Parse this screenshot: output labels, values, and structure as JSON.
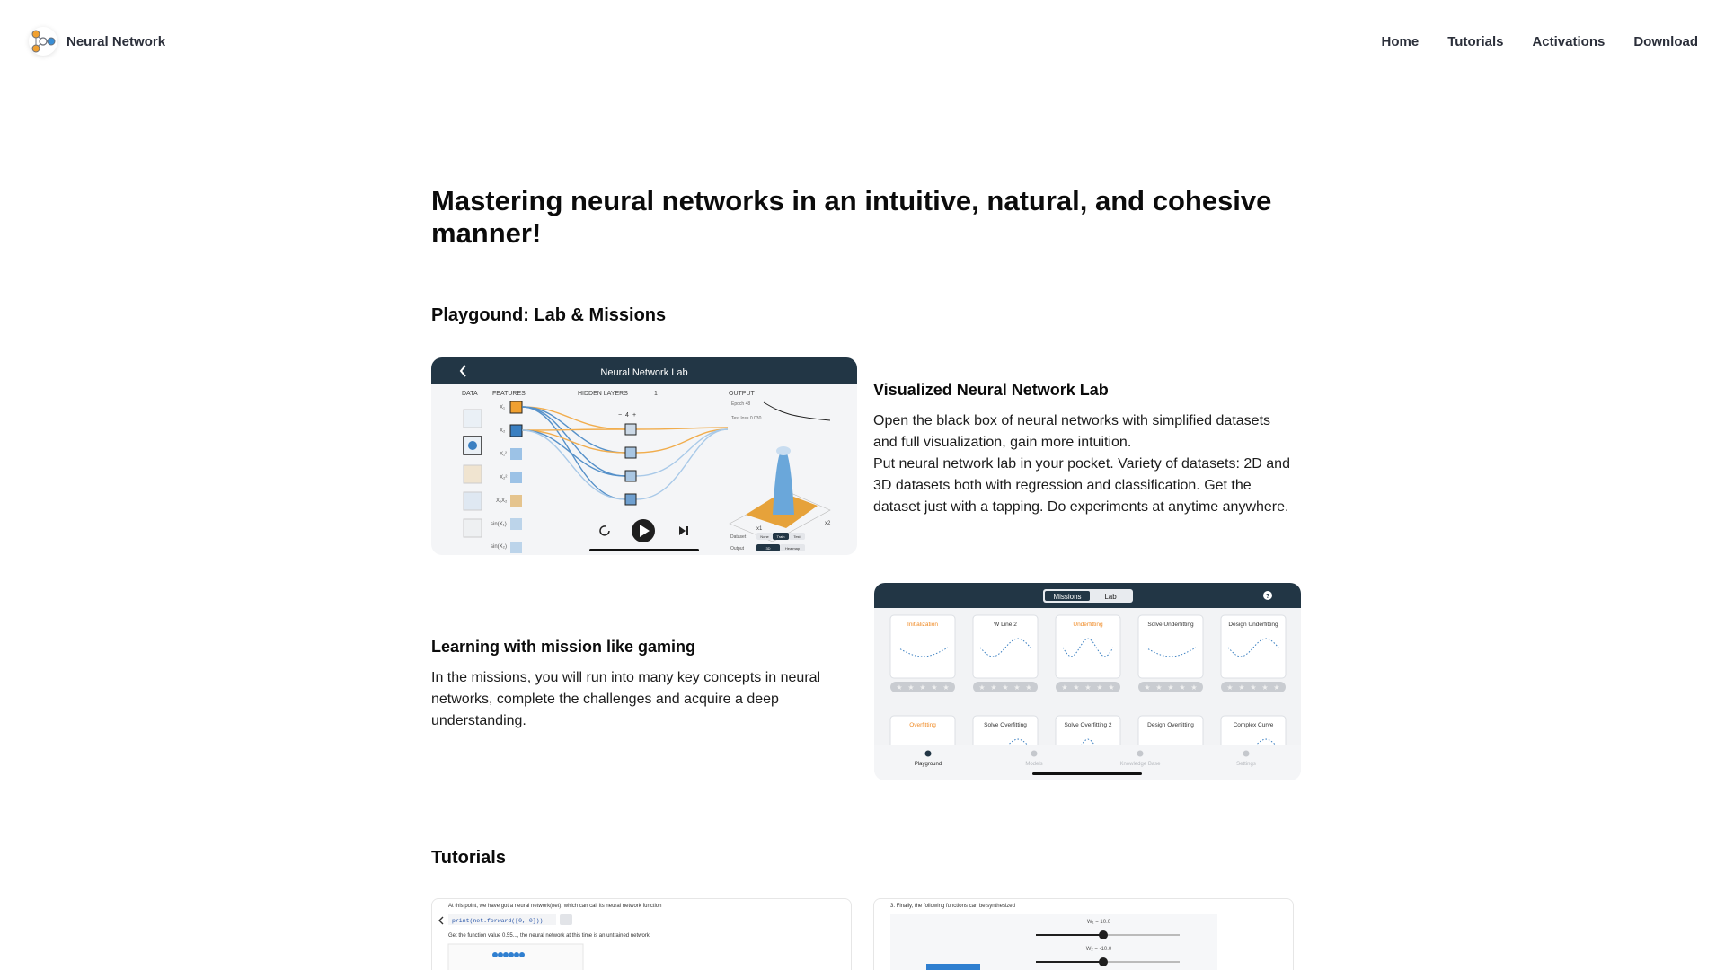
{
  "header": {
    "brand": "Neural Network",
    "nav": [
      "Home",
      "Tutorials",
      "Activations",
      "Download"
    ]
  },
  "hero": {
    "title": "Mastering neural networks in an intuitive, natural, and cohesive manner!"
  },
  "playground": {
    "heading": "Playgound: Lab & Missions",
    "lab_screenshot": {
      "title": "Neural Network Lab",
      "col_data": "DATA",
      "col_features": "FEATURES",
      "col_hidden": "HIDDEN LAYERS",
      "hidden_count": "1",
      "neurons_count": "4",
      "col_output": "OUTPUT",
      "feature_labels": [
        "X₁",
        "X₂",
        "X₁²",
        "X₂²",
        "X₁X₂",
        "sin(X₁)",
        "sin(X₂)"
      ],
      "epoch_text": "Epoch 48",
      "loss_text": "Test loss 0.030",
      "tab_row_1": [
        "None",
        "Train",
        "Test"
      ],
      "tab_row_1_label": "Dataset",
      "tab_row_2": [
        "3D",
        "Heatmap"
      ],
      "tab_row_2_label": "Output",
      "axis_x1": "x1",
      "axis_x2": "x2"
    },
    "lab_feature": {
      "title": "Visualized Neural Network Lab",
      "body": "Open the black box of neural networks with simplified datasets and full visualization, gain more intuition.\nPut neural network lab in your pocket. Variety of datasets: 2D and 3D datasets both with regression and classification. Get the dataset just with a tapping. Do experiments at anytime anywhere."
    },
    "mission_feature": {
      "title": "Learning with mission like gaming",
      "body": "In the missions, you will run into many key concepts in neural networks, complete the challenges and acquire a deep understanding."
    },
    "missions_screenshot": {
      "segments": [
        "Missions",
        "Lab"
      ],
      "help_icon": "?",
      "row1": [
        "Initialization",
        "W Line 2",
        "Underfitting",
        "Solve Underfitting",
        "Design Underfitting"
      ],
      "row2": [
        "Overfitting",
        "Solve Overfitting",
        "Solve Overfitting 2",
        "Design Overfitting",
        "Complex Curve"
      ],
      "tabs": [
        "Playground",
        "Models",
        "Knowledge Base",
        "Settings"
      ],
      "accent": "#f08a24"
    }
  },
  "tutorials": {
    "heading": "Tutorials",
    "card1": {
      "line1": "At this point, we have got a neural network(net), which can call its neural network function",
      "code": "print(net.forward([0, 0]))",
      "line2": "Get the function value 0.55..., the neural network at this time is an untrained network."
    },
    "card2": {
      "line1": "3. Finally, the following functions can be synthesized",
      "slider1": "W₁ = 10.0",
      "slider2": "W₂ = -10.0"
    }
  },
  "colors": {
    "nav_text": "#2b2f3a",
    "app_bar": "#223645",
    "accent_orange": "#f0a030",
    "accent_blue": "#3a7fc1"
  }
}
